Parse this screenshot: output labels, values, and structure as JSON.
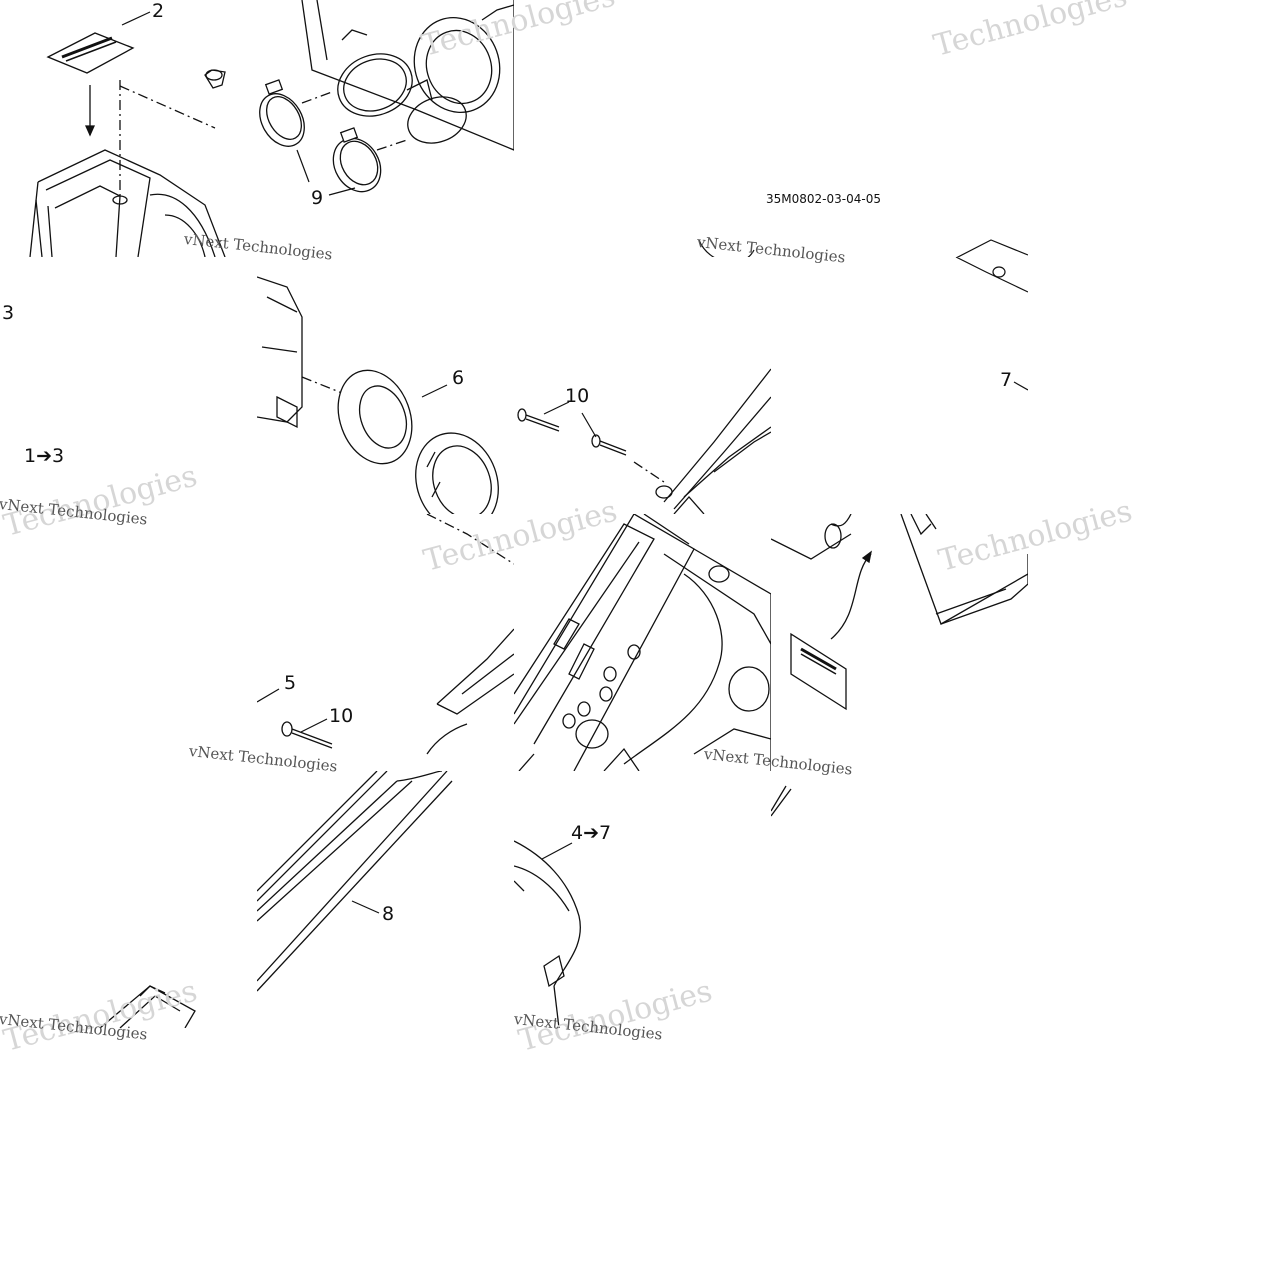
{
  "diagram": {
    "part_code": "35M0802-03-04-05",
    "callouts": {
      "c2": "2",
      "c9": "9",
      "c3": "3",
      "c1to3": "1➔3",
      "c6": "6",
      "c10a": "10",
      "c7": "7",
      "c5": "5",
      "c10b": "10",
      "c4to7": "4➔7",
      "c8": "8"
    },
    "watermark": {
      "brand_a": "vNext",
      "brand_b": "Technologies",
      "brand_full": "vNext Technologies"
    }
  }
}
